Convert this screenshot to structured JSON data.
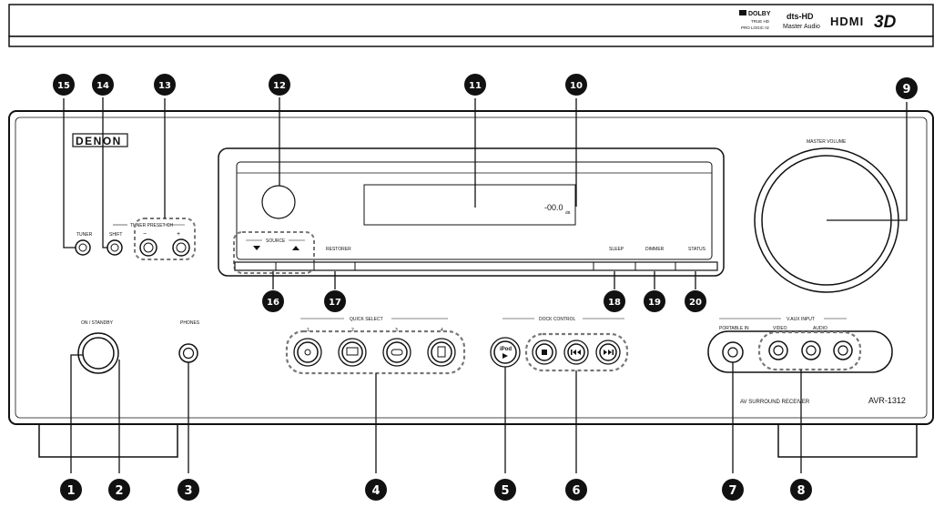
{
  "logos": {
    "dolby_line1": "DOLBY",
    "dolby_line2": "TRUE HD",
    "dolby_line3": "PRO LOGIC IIz",
    "dts_line1": "dts-HD",
    "dts_line2": "Master Audio",
    "hdmi": "HDMI",
    "threed": "3D"
  },
  "brand": "DENON",
  "labels": {
    "tuner": "TUNER",
    "shift": "SHIFT",
    "tuner_preset": "TUNER PRESET CH",
    "preset_minus": "−",
    "preset_plus": "+",
    "source": "SOURCE",
    "restorer": "RESTORER",
    "sleep": "SLEEP",
    "dimmer": "DIMMER",
    "status": "STATUS",
    "master_volume": "MASTER VOLUME",
    "on_standby": "ON / STANDBY",
    "phones": "PHONES",
    "quick_select": "QUICK SELECT",
    "qs1": "1",
    "qs2": "2",
    "qs3": "3",
    "qs4": "4",
    "dock_control": "DOCK CONTROL",
    "ipod": "iPod",
    "vaux_input": "V.AUX INPUT",
    "portable_in": "PORTABLE IN",
    "video": "VIDEO",
    "audio": "AUDIO",
    "model_line": "AV SURROUND RECEIVER",
    "model": "AVR-1312",
    "display_value": "-00.0",
    "display_unit": "dB"
  },
  "callouts": [
    "1",
    "2",
    "3",
    "4",
    "5",
    "6",
    "7",
    "8",
    "9",
    "10",
    "11",
    "12",
    "13",
    "14",
    "15",
    "16",
    "17",
    "18",
    "19",
    "20"
  ]
}
